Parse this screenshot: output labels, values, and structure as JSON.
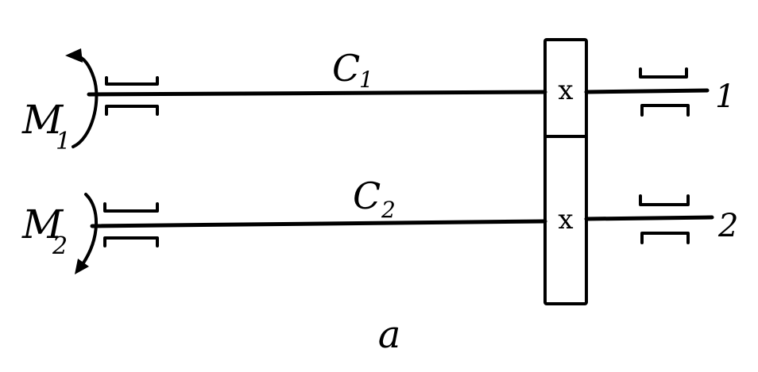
{
  "diagram": {
    "moment_1": {
      "main": "M",
      "sub": "1"
    },
    "moment_2": {
      "main": "M",
      "sub": "2"
    },
    "stiffness_1": {
      "main": "C",
      "sub": "1"
    },
    "stiffness_2": {
      "main": "C",
      "sub": "2"
    },
    "gear_mark_1": "x",
    "gear_mark_2": "x",
    "output_1": "1",
    "output_2": "2",
    "caption": "a"
  },
  "colors": {
    "ink": "#000000",
    "background": "#ffffff"
  }
}
